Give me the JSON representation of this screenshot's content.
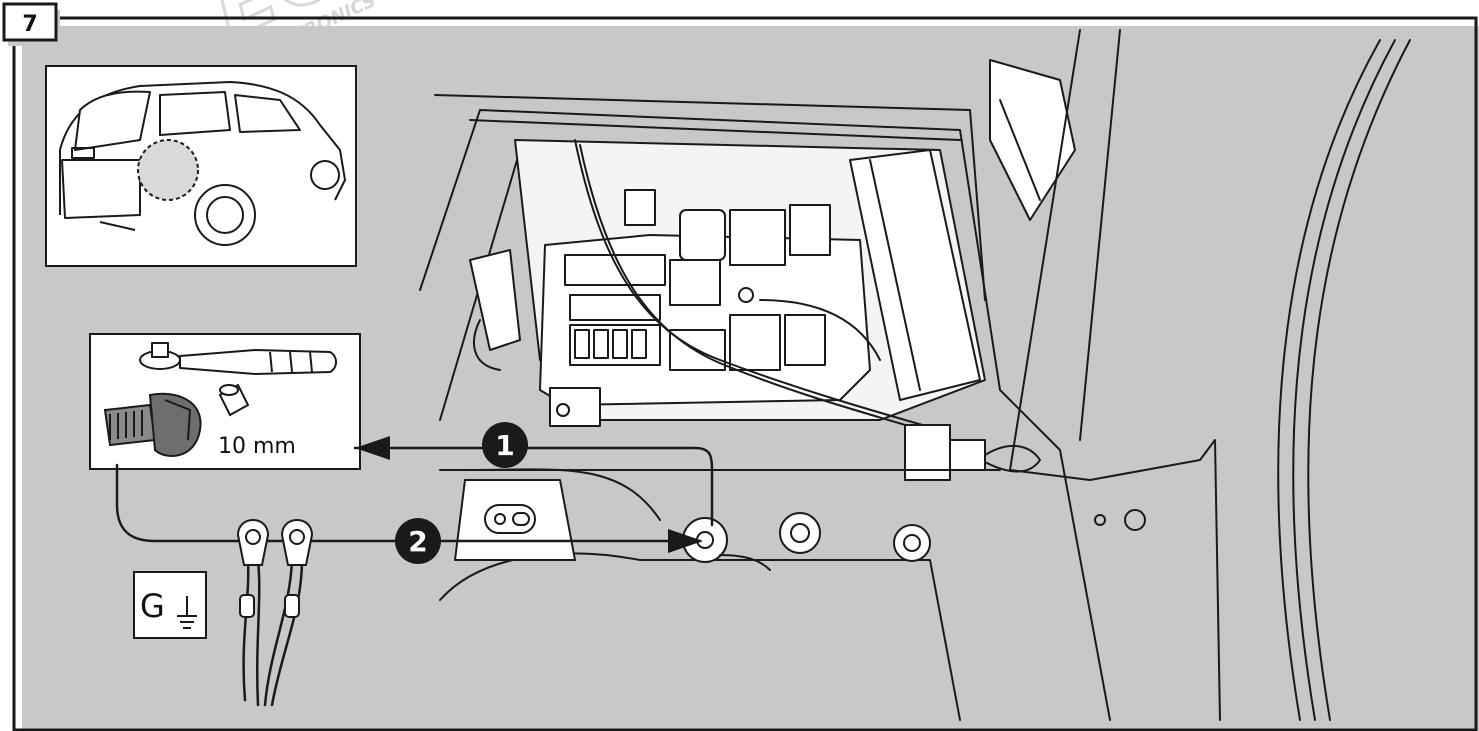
{
  "step_number": "7",
  "callouts": [
    {
      "number": "1"
    },
    {
      "number": "2"
    }
  ],
  "tool_size_label": "10 mm",
  "ground_label": "G",
  "watermark": {
    "brand": "ECS",
    "subtitle": "ELECTRONICS"
  },
  "colors": {
    "line": "#1a1a1a",
    "shadow": "#c8c8c8",
    "callout_fill": "#1a1a1a",
    "callout_text": "#ffffff",
    "watermark": "#d8d8d8"
  },
  "icons": [
    "car-rear-icon",
    "ratchet-wrench-icon",
    "socket-icon",
    "bolt-icon",
    "ring-terminal-icon",
    "ground-symbol-icon"
  ]
}
